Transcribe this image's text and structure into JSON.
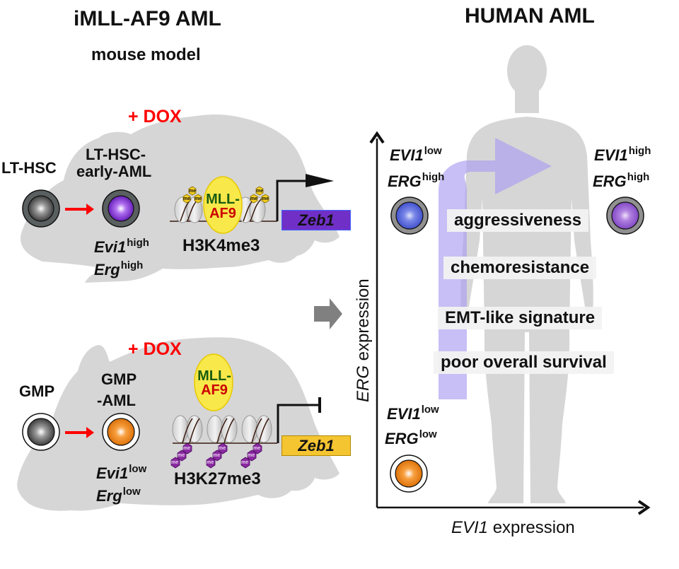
{
  "mouse_panel": {
    "title": "iMLL-AF9 AML",
    "subtitle": "mouse model",
    "top_model": {
      "treatment": "+ DOX",
      "origin_cell": "LT-HSC",
      "leukemia_cell_line1": "LT-HSC-",
      "leukemia_cell_line2": "early-AML",
      "evi1_gene": "Evi1",
      "evi1_level": "high",
      "erg_gene": "Erg",
      "erg_level": "high",
      "fusion_line1": "MLL-",
      "fusion_line2": "AF9",
      "histone_mark": "H3K4me3",
      "methyl_label": "me",
      "target_gene": "Zeb1",
      "target_state": "active",
      "target_color": "#7030c8"
    },
    "bottom_model": {
      "treatment": "+ DOX",
      "origin_cell": "GMP",
      "leukemia_cell_line1": "GMP",
      "leukemia_cell_line2": "-AML",
      "evi1_gene": "Evi1",
      "evi1_level": "low",
      "erg_gene": "Erg",
      "erg_level": "low",
      "fusion_line1": "MLL-",
      "fusion_line2": "AF9",
      "histone_mark": "H3K27me3",
      "methyl_label": "me",
      "target_gene": "Zeb1",
      "target_state": "repressed",
      "target_color": "#f5c431"
    }
  },
  "human_panel": {
    "title": "HUMAN AML",
    "y_axis_gene": "ERG",
    "y_axis_suffix": " expression",
    "x_axis_gene": "EVI1",
    "x_axis_suffix": " expression",
    "quadrants": [
      {
        "evi1": "EVI1",
        "evi1_level": "low",
        "erg": "ERG",
        "erg_level": "high",
        "cell_color": "#5a6ae0"
      },
      {
        "evi1": "EVI1",
        "evi1_level": "high",
        "erg": "ERG",
        "erg_level": "high",
        "cell_color": "#9a5ad8"
      },
      {
        "evi1": "EVI1",
        "evi1_level": "low",
        "erg": "ERG",
        "erg_level": "low",
        "cell_color": "#f08a10"
      }
    ],
    "traits": [
      "aggressiveness",
      "chemoresistance",
      "EMT-like signature",
      "poor overall survival"
    ]
  },
  "colors": {
    "silhouette": "#d6d6d6",
    "dox_red": "#ff0000",
    "arrow_purple": "#a99cf0",
    "transition_arrow_gray": "#808080"
  }
}
